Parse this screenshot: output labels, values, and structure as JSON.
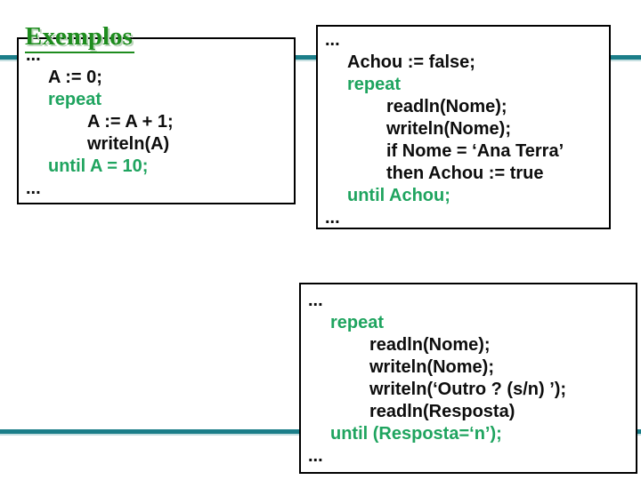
{
  "slide": {
    "title": "Exemplos"
  },
  "colors": {
    "title_green": "#1e8c1e",
    "title_shadow": "#bdd5bd",
    "keyword_green": "#1fa45f",
    "code_text": "#0d0d0d",
    "accent_teal": "#1b7e89",
    "box_border": "#000000",
    "background": "#ffffff"
  },
  "code_boxes": [
    {
      "name": "counter-loop-example",
      "lines": [
        {
          "text": "...",
          "indent": 0,
          "kw": false
        },
        {
          "text": "A := 0;",
          "indent": 1,
          "kw": false
        },
        {
          "text": "repeat",
          "indent": 1,
          "kw": true
        },
        {
          "text": "A := A + 1;",
          "indent": 2,
          "kw": false
        },
        {
          "text": "writeln(A)",
          "indent": 2,
          "kw": false
        },
        {
          "text": "until A = 10;",
          "indent": 1,
          "kw": true
        },
        {
          "text": "...",
          "indent": 0,
          "kw": false
        }
      ]
    },
    {
      "name": "search-name-loop-example",
      "lines": [
        {
          "text": "...",
          "indent": 0,
          "kw": false
        },
        {
          "text": "Achou := false;",
          "indent": 1,
          "kw": false
        },
        {
          "text": "repeat",
          "indent": 1,
          "kw": true
        },
        {
          "text": "readln(Nome);",
          "indent": 2,
          "kw": false
        },
        {
          "text": "writeln(Nome);",
          "indent": 2,
          "kw": false
        },
        {
          "text": "if Nome = ‘Ana Terra’",
          "indent": 2,
          "kw": false
        },
        {
          "text": "then Achou := true",
          "indent": 2,
          "kw": false
        },
        {
          "text": "until Achou;",
          "indent": 1,
          "kw": true
        },
        {
          "text": "...",
          "indent": 0,
          "kw": false
        }
      ]
    },
    {
      "name": "prompt-repeat-loop-example",
      "lines": [
        {
          "text": "...",
          "indent": 0,
          "kw": false
        },
        {
          "text": "repeat",
          "indent": 1,
          "kw": true
        },
        {
          "text": "readln(Nome);",
          "indent": 2,
          "kw": false
        },
        {
          "text": "writeln(Nome);",
          "indent": 2,
          "kw": false
        },
        {
          "text": "writeln(‘Outro ? (s/n) ’);",
          "indent": 2,
          "kw": false
        },
        {
          "text": "readln(Resposta)",
          "indent": 2,
          "kw": false
        },
        {
          "text": "until (Resposta=‘n’);",
          "indent": 1,
          "kw": true
        },
        {
          "text": "...",
          "indent": 0,
          "kw": false
        }
      ]
    }
  ]
}
